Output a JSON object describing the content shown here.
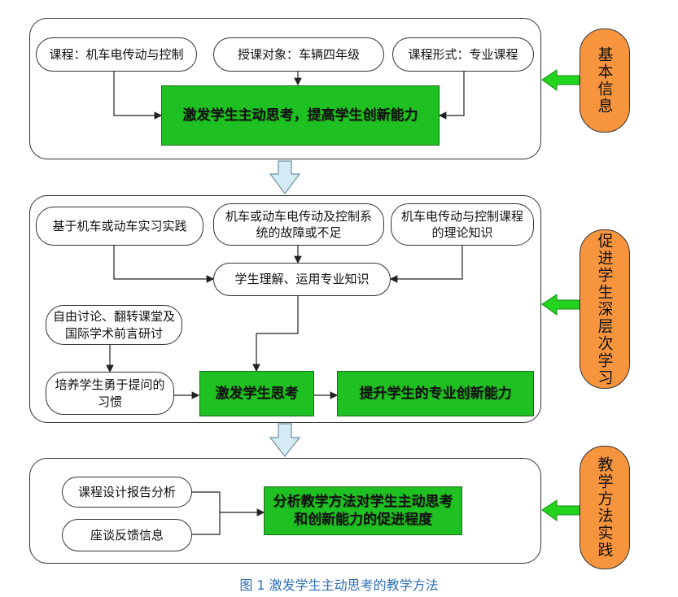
{
  "section1": {
    "course": "课程：机车电传动与控制",
    "target": "授课对象：车辆四年级",
    "form": "课程形式：专业课程",
    "goal": "激发学生主动思考，提高学生创新能力",
    "side_label": "基本信息"
  },
  "section2": {
    "practice": "基于机车或动车实习实践",
    "faults": "机车或动车电传动及控制系统的故障或不足",
    "theory": "机车电传动与控制课程的理论知识",
    "apply": "学生理解、运用专业知识",
    "discussion": "自由讨论、翻转课堂及国际学术前言研讨",
    "habit": "培养学生勇于提问的习惯",
    "stimulate": "激发学生思考",
    "improve": "提升学生的专业创新能力",
    "side_label": "促进学生深层次学习"
  },
  "section3": {
    "report": "课程设计报告分析",
    "feedback": "座谈反馈信息",
    "analysis": "分析教学方法对学生主动思考和创新能力的促进程度",
    "side_label": "教学方法实践"
  },
  "caption": "图 1 激发学生主动思考的教学方法",
  "colors": {
    "green": "#1fc021",
    "orange": "#f7953e",
    "arrow_green": "#22d41d",
    "caption": "#2f6fb5"
  }
}
